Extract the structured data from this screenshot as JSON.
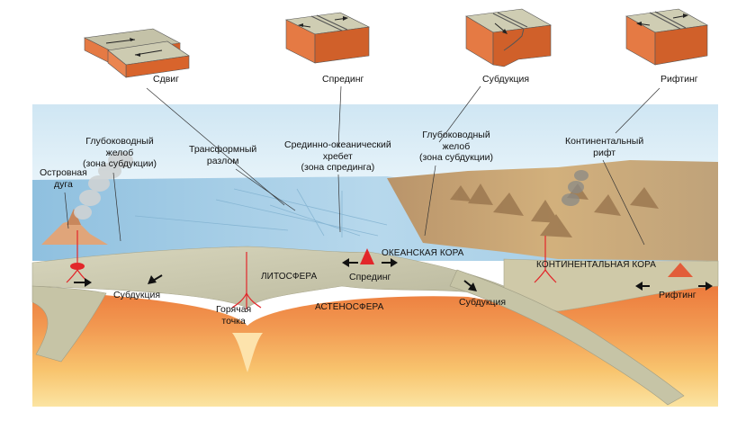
{
  "block_labels": {
    "shear": "Сдвиг",
    "spreading": "Спрединг",
    "subduction": "Субдукция",
    "rifting": "Рифтинг"
  },
  "features": {
    "trench_left": [
      "Глубоководный",
      "желоб",
      "(зона субдукции)"
    ],
    "island_arc": [
      "Островная",
      "дуга"
    ],
    "transform_fault": [
      "Трансформный",
      "разлом"
    ],
    "mid_ocean_ridge": [
      "Срединно-океанический",
      "хребет",
      "(зона спрединга)"
    ],
    "trench_right": [
      "Глубоководный",
      "желоб",
      "(зона субдукции)"
    ],
    "continental_rift": [
      "Континентальный",
      "рифт"
    ]
  },
  "section": {
    "oceanic_crust": "ОКЕАНСКАЯ КОРА",
    "continental_crust": "КОНТИНЕНТАЛЬНАЯ КОРА",
    "lithosphere": "ЛИТОСФЕРА",
    "asthenosphere": "АСТЕНОСФЕРА",
    "spreading": "Спрединг",
    "subduction_left": "Субдукция",
    "subduction_right": "Субдукция",
    "hot_spot": [
      "Горячая",
      "точка"
    ],
    "rifting": "Рифтинг"
  },
  "colors": {
    "sea": "#a9cfe6",
    "sky": "#d9ecf6",
    "lithosphere": "#c9c4a0",
    "asthenosphere": "#e98a4a",
    "magma": "#e2262a",
    "land": "#c8a46a"
  }
}
